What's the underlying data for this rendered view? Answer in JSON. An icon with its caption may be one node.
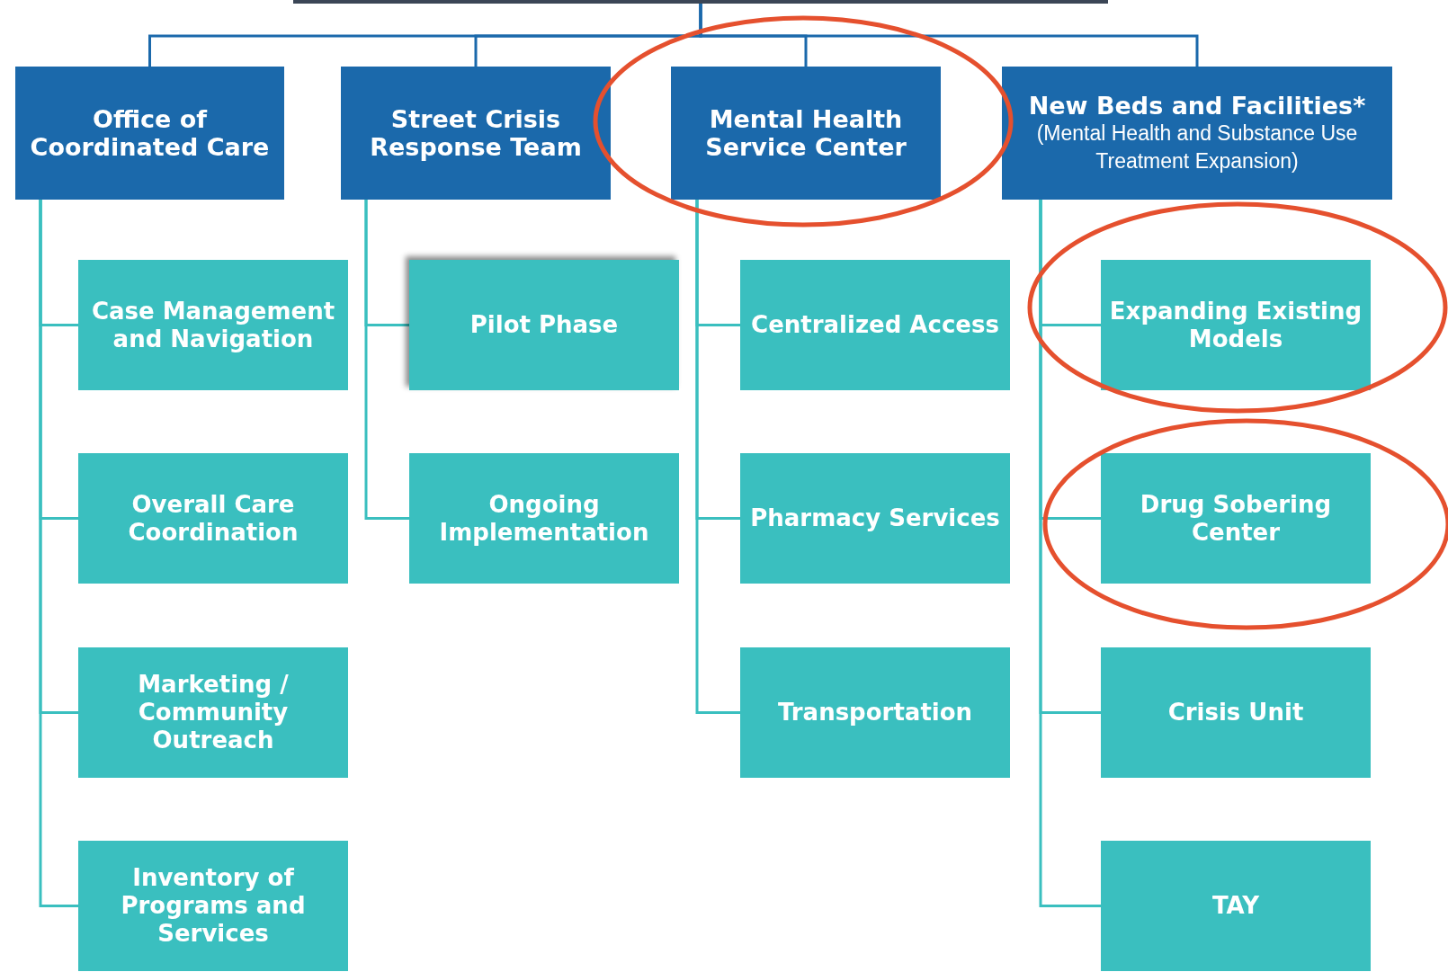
{
  "diagram": {
    "nodes": [
      {
        "text": [],
        "shape": "bar"
      },
      {
        "text": [
          "Office of Coordinated Care"
        ]
      },
      {
        "text": [
          "Street Crisis Response Team"
        ]
      },
      {
        "text": [
          "Mental Health Service Center"
        ]
      },
      {
        "text": [
          "New Beds and Facilities*",
          "(Mental Health and Substance Use Treatment Expansion)"
        ]
      },
      {
        "text": [
          "Case Management and Navigation"
        ]
      },
      {
        "text": [
          "Overall Care Coordination"
        ]
      },
      {
        "text": [
          "Marketing / Community Outreach"
        ]
      },
      {
        "text": [
          "Inventory of Programs and Services"
        ]
      },
      {
        "text": [
          "Pilot Phase"
        ]
      },
      {
        "text": [
          "Ongoing Implementation"
        ]
      },
      {
        "text": [
          "Centralized Access"
        ]
      },
      {
        "text": [
          "Pharmacy Services"
        ]
      },
      {
        "text": [
          "Transportation"
        ]
      },
      {
        "text": [
          "Expanding Existing Models"
        ]
      },
      {
        "text": [
          "Drug Sobering Center"
        ]
      },
      {
        "text": [
          "Crisis Unit"
        ]
      },
      {
        "text": [
          "TAY"
        ]
      }
    ],
    "edges": [
      {
        "from": 0,
        "to": 1,
        "arrow": "none"
      },
      {
        "from": 0,
        "to": 2,
        "arrow": "none"
      },
      {
        "from": 0,
        "to": 3,
        "arrow": "none"
      },
      {
        "from": 0,
        "to": 4,
        "arrow": "none"
      },
      {
        "from": 1,
        "to": 5,
        "arrow": "none"
      },
      {
        "from": 1,
        "to": 6,
        "arrow": "none"
      },
      {
        "from": 1,
        "to": 7,
        "arrow": "none"
      },
      {
        "from": 1,
        "to": 8,
        "arrow": "none"
      },
      {
        "from": 2,
        "to": 9,
        "arrow": "none"
      },
      {
        "from": 2,
        "to": 10,
        "arrow": "none"
      },
      {
        "from": 3,
        "to": 11,
        "arrow": "none"
      },
      {
        "from": 3,
        "to": 12,
        "arrow": "none"
      },
      {
        "from": 3,
        "to": 13,
        "arrow": "none"
      },
      {
        "from": 4,
        "to": 14,
        "arrow": "none"
      },
      {
        "from": 4,
        "to": 15,
        "arrow": "none"
      },
      {
        "from": 4,
        "to": 16,
        "arrow": "none"
      },
      {
        "from": 4,
        "to": 17,
        "arrow": "none"
      }
    ]
  }
}
